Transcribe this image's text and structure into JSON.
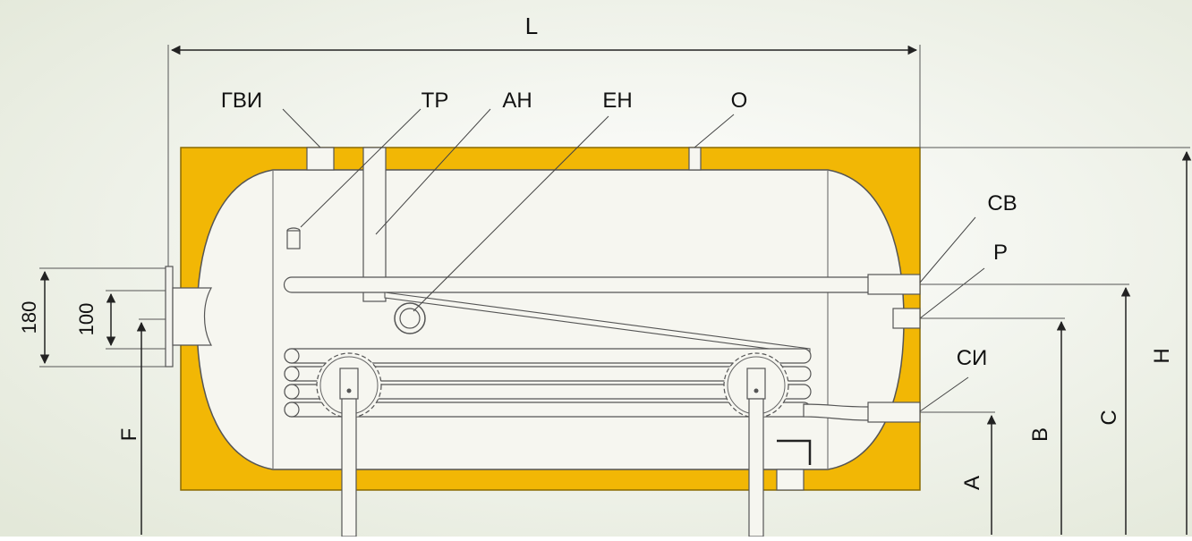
{
  "diagram": {
    "labels": {
      "L": "L",
      "gvi": "ГВИ",
      "tr": "ТР",
      "an": "АН",
      "en": "ЕН",
      "o": "О",
      "sv": "СВ",
      "r": "Р",
      "si": "СИ",
      "h": "H",
      "c": "C",
      "b": "B",
      "a": "A",
      "f": "F",
      "d180": "180",
      "d100": "100"
    },
    "colors": {
      "background": "#eef1e6",
      "insulation": "#f2b705",
      "tank": "#f6f6f0",
      "outline": "#555555",
      "dimension": "#222222"
    }
  }
}
